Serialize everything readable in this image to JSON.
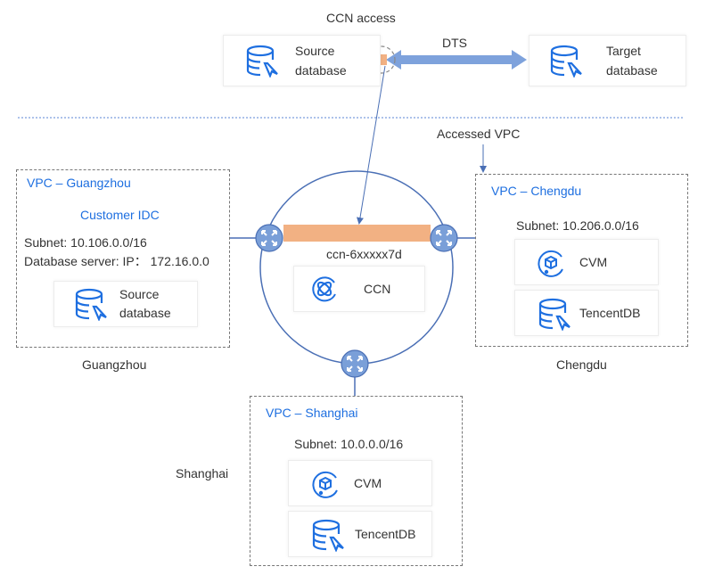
{
  "top": {
    "title": "CCN access",
    "dts_label": "DTS",
    "source_db": {
      "line1": "Source",
      "line2": "database",
      "icon": "database-icon"
    },
    "target_db": {
      "line1": "Target",
      "line2": "database",
      "icon": "database-icon"
    }
  },
  "accessed_vpc_label": "Accessed VPC",
  "ccn": {
    "id": "ccn-6xxxxx7d",
    "label": "CCN",
    "icon": "ccn-icon"
  },
  "guangzhou": {
    "vpc_title": "VPC – Guangzhou",
    "idc_title": "Customer IDC",
    "subnet": "Subnet: 10.106.0.0/16",
    "db_server": "Database server:  IP： 172.16.0.0",
    "db": {
      "line1": "Source",
      "line2": "database"
    },
    "region": "Guangzhou"
  },
  "chengdu": {
    "vpc_title": "VPC – Chengdu",
    "subnet": "Subnet: 10.206.0.0/16",
    "cvm": "CVM",
    "db": "TencentDB",
    "region": "Chengdu"
  },
  "shanghai": {
    "vpc_title": "VPC – Shanghai",
    "subnet": "Subnet: 10.0.0.0/16",
    "cvm": "CVM",
    "db": "TencentDB",
    "region": "Shanghai"
  },
  "colors": {
    "accent_blue": "#1e6fe0",
    "line_blue": "#4a6fb5",
    "router_fill": "#7a9fd8",
    "dts_arrow": "#7ea2dc",
    "ccn_bar": "#f2b183",
    "dashed_border": "#777777"
  }
}
